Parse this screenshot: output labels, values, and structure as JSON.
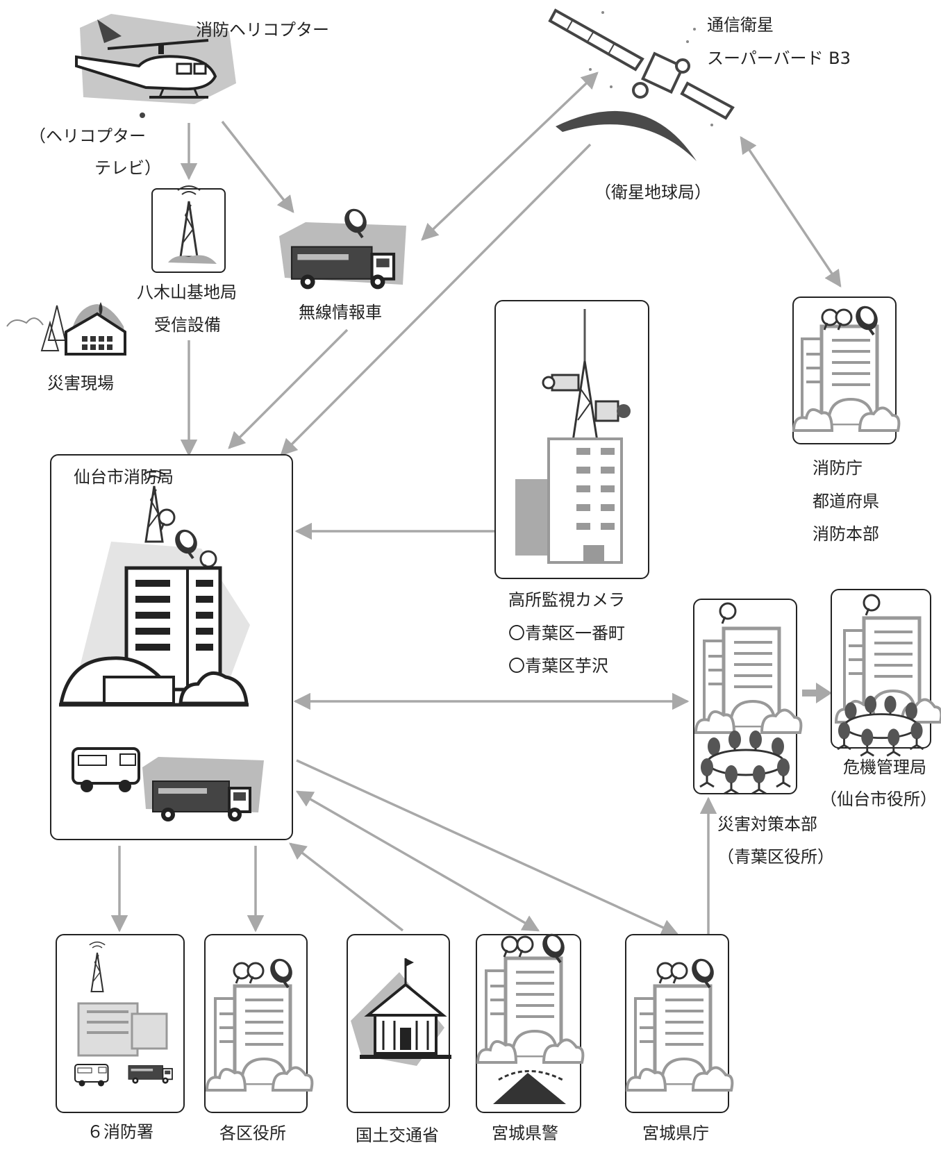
{
  "nodes": {
    "helicopter": {
      "name": "消防ヘリコプター",
      "sub1": "（ヘリコプター",
      "sub2": "テレビ）"
    },
    "satellite": {
      "name1": "通信衛星",
      "name2": "スーパーバード B3"
    },
    "earth_station": "（衛星地球局）",
    "yagiyama": {
      "line1": "八木山基地局",
      "line2": "受信設備"
    },
    "radio_truck": "無線情報車",
    "disaster_site": "災害現場",
    "fire_bureau": "仙台市消防局",
    "camera": {
      "line1": "高所監視カメラ",
      "line2": "〇青葉区一番町",
      "line3": "〇青葉区芋沢"
    },
    "fdma": {
      "line1": "消防庁",
      "line2": "都道府県",
      "line3": "消防本部"
    },
    "hq": {
      "line1": "災害対策本部",
      "line2": "（青葉区役所）"
    },
    "crisis": {
      "line1": "危機管理局",
      "line2": "（仙台市役所）"
    },
    "bottom": [
      "６消防署",
      "各区役所",
      "国土交通省",
      "宮城県警",
      "宮城県庁"
    ]
  },
  "colors": {
    "arrow": "#a8a8a8",
    "border": "#222222",
    "icon_gray": "#999999",
    "icon_dark": "#333333"
  },
  "icons": [
    "helicopter-icon",
    "satellite-icon",
    "antenna-tower-icon",
    "radio-truck-icon",
    "burning-house-icon",
    "fire-hq-building-icon",
    "camera-tower-icon",
    "office-building-icon",
    "meeting-table-icon",
    "ministry-building-icon",
    "fire-station-icon"
  ]
}
